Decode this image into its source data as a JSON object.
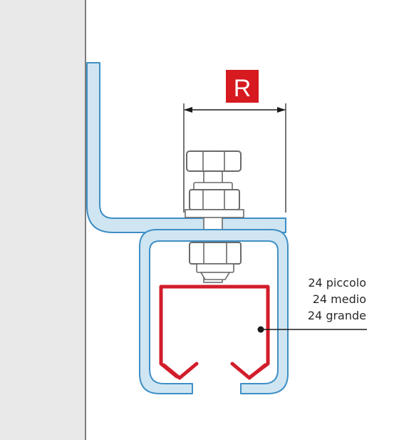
{
  "dimension": {
    "label": "R",
    "badge_color": "#d71920"
  },
  "size_labels": [
    "24 piccolo",
    "24 medio",
    "24 grande"
  ],
  "colors": {
    "wall": "#e9e9e9",
    "steel_fill": "#cfe5f2",
    "steel_stroke": "#3f8fc5",
    "nut_fill": "#ffffff",
    "nut_stroke": "#6a6a6a",
    "track": "#d21d2b",
    "leader": "#1a1a1a"
  }
}
